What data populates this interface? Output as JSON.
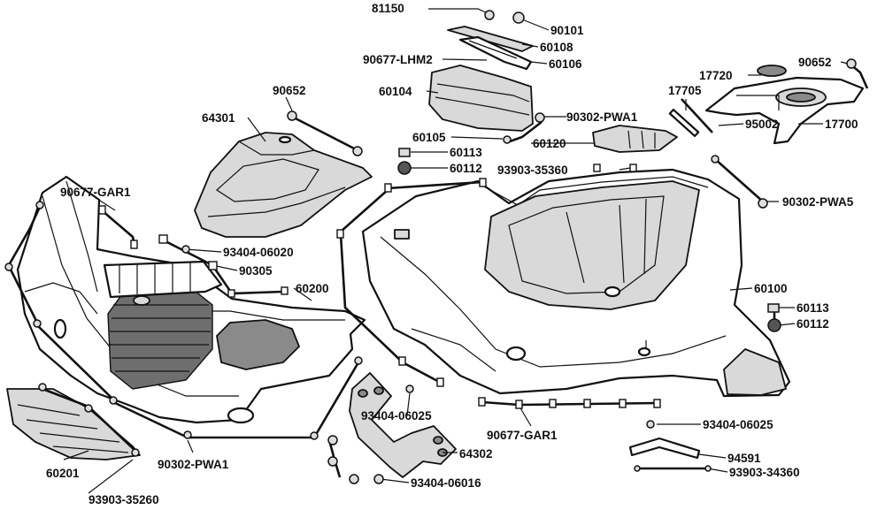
{
  "labels": {
    "l81150": "81150",
    "l90101": "90101",
    "l60108": "60108",
    "l90677_lhm2": "90677-LHM2",
    "l60106": "60106",
    "l60104": "60104",
    "l90652_top": "90652",
    "l90652_right": "90652",
    "l17720": "17720",
    "l17705": "17705",
    "l90302_pwa1_top": "90302-PWA1",
    "l95002": "95002",
    "l17700": "17700",
    "l64301": "64301",
    "l60105": "60105",
    "l60113_top": "60113",
    "l60120": "60120",
    "l60112_top": "60112",
    "l93903_35360": "93903-35360",
    "l90677_gar1_left": "90677-GAR1",
    "l90302_pwa5": "90302-PWA5",
    "l93404_06020": "93404-06020",
    "l90305": "90305",
    "l60200": "60200",
    "l60100": "60100",
    "l60113_right": "60113",
    "l60112_right": "60112",
    "l93404_06025_mid": "93404-06025",
    "l90677_gar1_bottom": "90677-GAR1",
    "l93404_06025_right": "93404-06025",
    "l60201": "60201",
    "l90302_pwa1_bottom": "90302-PWA1",
    "l64302": "64302",
    "l94591": "94591",
    "l93404_06016": "93404-06016",
    "l93903_34360": "93903-34360",
    "l93903_35260": "93903-35260"
  }
}
